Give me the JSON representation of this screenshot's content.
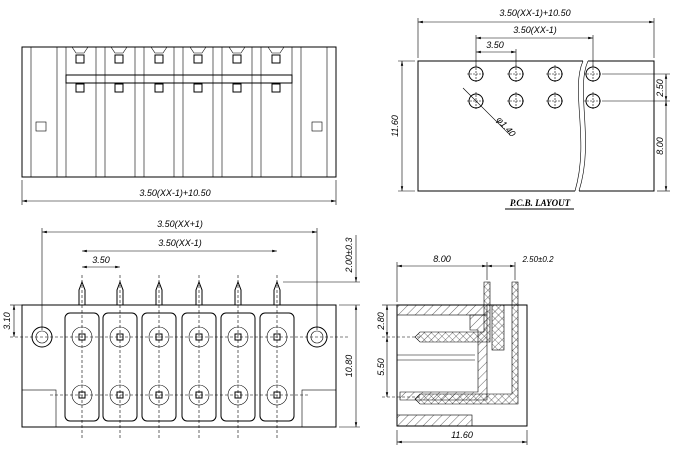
{
  "top_view": {
    "width_dim": "3.50(XX-1)+10.50"
  },
  "pcb_layout": {
    "title": "P.C.B. LAYOUT",
    "overall_width": "3.50(XX-1)+10.50",
    "pin_span": "3.50(XX-1)",
    "pitch": "3.50",
    "height": "11.60",
    "row_spacing": "2.50",
    "edge_offset": "8.00",
    "hole_diameter": "φ1.40"
  },
  "front_view": {
    "overall": "3.50(XX+1)",
    "pin_span": "3.50(XX-1)",
    "pitch": "3.50",
    "pin_protrusion": "2.00±0.3",
    "height": "10.80",
    "mount_offset": "3.10"
  },
  "side_view": {
    "depth": "8.00",
    "row_pitch": "2.50±0.2",
    "width": "11.60",
    "upper": "2.80",
    "lower": "5.50"
  }
}
